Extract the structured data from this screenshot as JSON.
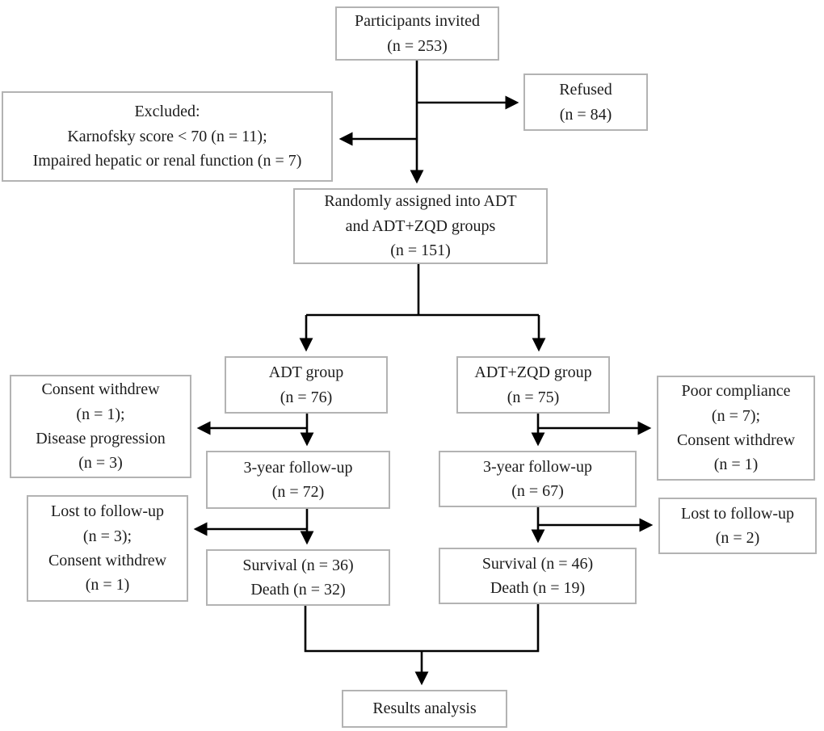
{
  "diagram": {
    "type": "flowchart",
    "nodes": {
      "participants": "Participants invited\n(n = 253)",
      "refused": "Refused\n(n = 84)",
      "excluded": "Excluded:\nKarnofsky score < 70 (n = 11);\nImpaired hepatic or renal function (n = 7)",
      "randomized": "Randomly assigned into ADT\nand ADT+ZQD groups\n(n = 151)",
      "adt_group": "ADT group\n(n = 76)",
      "adt_zqd_group": "ADT+ZQD group\n(n = 75)",
      "consent_withdrew_left": "Consent withdrew\n(n = 1);\nDisease progression\n(n = 3)",
      "poor_compliance": "Poor compliance\n(n = 7);\nConsent withdrew\n(n = 1)",
      "followup_adt": "3-year follow-up\n(n = 72)",
      "followup_adt_zqd": "3-year follow-up\n(n = 67)",
      "lost_followup_adt": "Lost to follow-up\n(n = 3);\nConsent withdrew\n(n = 1)",
      "lost_followup_adt_zqd": "Lost to follow-up\n(n = 2)",
      "outcome_adt": "Survival (n = 36)\nDeath (n = 32)",
      "outcome_adt_zqd": "Survival (n = 46)\nDeath (n = 19)",
      "results": "Results analysis"
    },
    "colors": {
      "box_border": "#b3b3b3",
      "box_background": "#ffffff",
      "connector": "#000000",
      "text": "#1c1c1c"
    }
  }
}
